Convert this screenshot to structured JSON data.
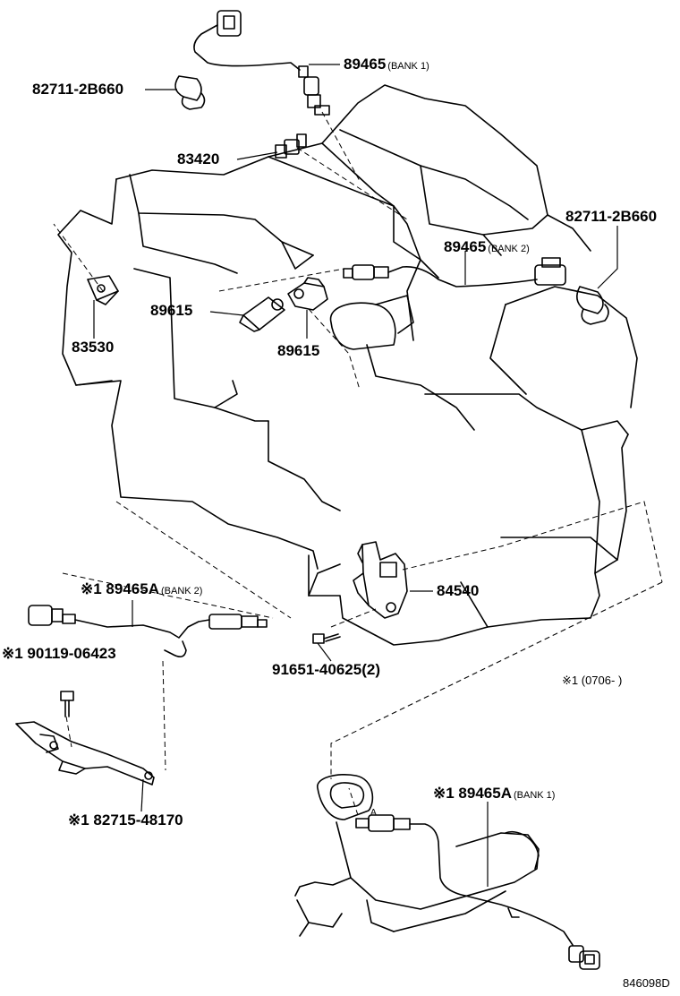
{
  "callouts": {
    "o2_bank1_top": {
      "part": "89465",
      "note": "(BANK 1)"
    },
    "clamp_left": {
      "part": "82711-2B660"
    },
    "temp_sensor": {
      "part": "83420"
    },
    "clamp_right": {
      "part": "82711-2B660"
    },
    "o2_bank2_top": {
      "part": "89465",
      "note": "(BANK 2)"
    },
    "knock_left": {
      "part": "89615"
    },
    "oil_switch": {
      "part": "83530"
    },
    "knock_center": {
      "part": "89615"
    },
    "o2_bank2_lower": {
      "part": "※1 89465A",
      "note": "(BANK 2)"
    },
    "bolt_top": {
      "part": "※1 90119-06423"
    },
    "neutral_switch": {
      "part": "84540"
    },
    "bolt_switch": {
      "part": "91651-40625(2)"
    },
    "bracket": {
      "part": "※1 82715-48170"
    },
    "o2_bank1_lower": {
      "part": "※1 89465A",
      "note": "(BANK 1)"
    }
  },
  "footnote": {
    "mark": "※1",
    "range": "(0706-      )"
  },
  "reference_code": "846098D"
}
